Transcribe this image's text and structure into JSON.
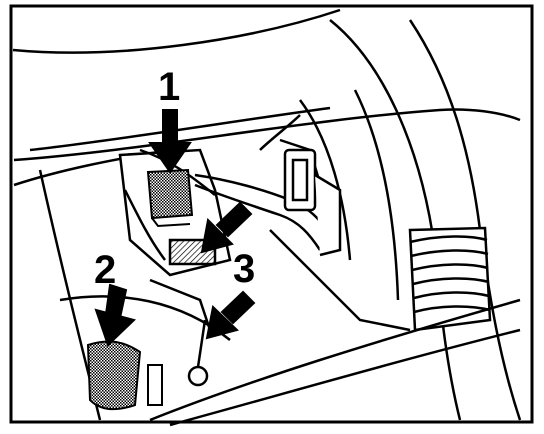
{
  "callouts": [
    {
      "id": "1",
      "label": "1"
    },
    {
      "id": "2",
      "label": "2"
    },
    {
      "id": "3",
      "label": "3"
    }
  ],
  "colors": {
    "ink": "#000000",
    "paper": "#ffffff",
    "shade": "#7a7a7a"
  }
}
